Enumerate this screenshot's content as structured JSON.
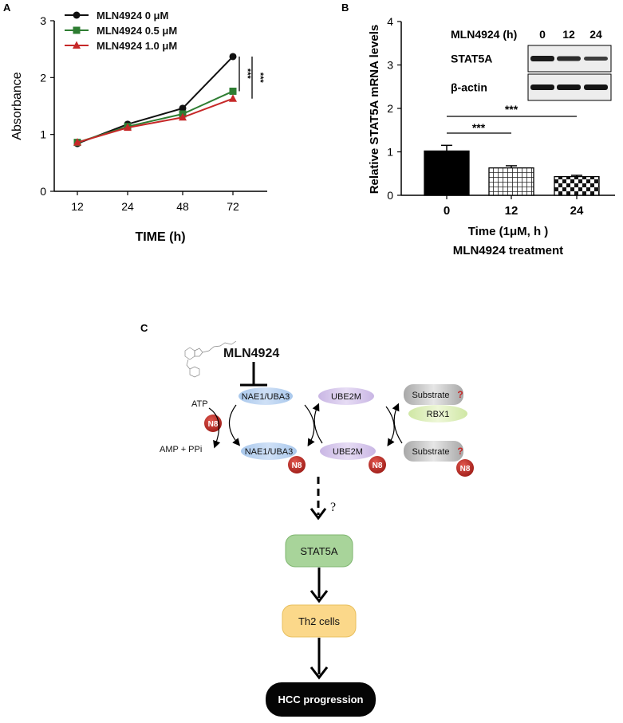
{
  "panels": {
    "a": "A",
    "b": "B",
    "c": "C"
  },
  "chart_data": [
    {
      "type": "line",
      "panel": "A",
      "title": "",
      "xlabel": "TIME (h)",
      "ylabel": "Absorbance",
      "categories": [
        "12",
        "24",
        "48",
        "72"
      ],
      "ylim": [
        0,
        3
      ],
      "yticks": [
        "0",
        "1",
        "2",
        "3"
      ],
      "series": [
        {
          "name": "MLN4924 0 μM",
          "color": "#111111",
          "marker": "circle",
          "values": [
            0.84,
            1.18,
            1.46,
            2.37
          ]
        },
        {
          "name": "MLN4924 0.5 μM",
          "color": "#2e7d32",
          "marker": "square",
          "values": [
            0.86,
            1.14,
            1.36,
            1.76
          ]
        },
        {
          "name": "MLN4924 1.0 μM",
          "color": "#c62828",
          "marker": "triangle",
          "values": [
            0.86,
            1.12,
            1.3,
            1.63
          ]
        }
      ],
      "significance": [
        "***",
        "***"
      ],
      "legend_position": "top-left",
      "grid": false
    },
    {
      "type": "bar",
      "panel": "B",
      "title": "",
      "xlabel": "Time (1μM, h )",
      "xlabel2": "MLN4924 treatment",
      "ylabel": "Relative STAT5A mRNA levels",
      "categories": [
        "0",
        "12",
        "24"
      ],
      "values": [
        1.02,
        0.63,
        0.43
      ],
      "errors": [
        0.13,
        0.05,
        0.03
      ],
      "patterns": [
        "solid",
        "grid",
        "checker"
      ],
      "ylim": [
        0,
        4
      ],
      "yticks": [
        "0",
        "1",
        "2",
        "3",
        "4"
      ],
      "significance": [
        "***",
        "***"
      ],
      "blot": {
        "header_label": "MLN4924 (h)",
        "header_values": [
          "0",
          "12",
          "24"
        ],
        "rows": [
          "STAT5A",
          "β-actin"
        ]
      },
      "grid": false
    }
  ],
  "diagram": {
    "inhibitor": "MLN4924",
    "atp": "ATP",
    "amp": "AMP + PPi",
    "n8": "N8",
    "nae": "NAE1/UBA3",
    "ube": "UBE2M",
    "substrate": "Substrate",
    "question": "?",
    "rbx": "RBX1",
    "query": "?",
    "stat": "STAT5A",
    "th2": "Th2 cells",
    "hcc": "HCC progression"
  }
}
